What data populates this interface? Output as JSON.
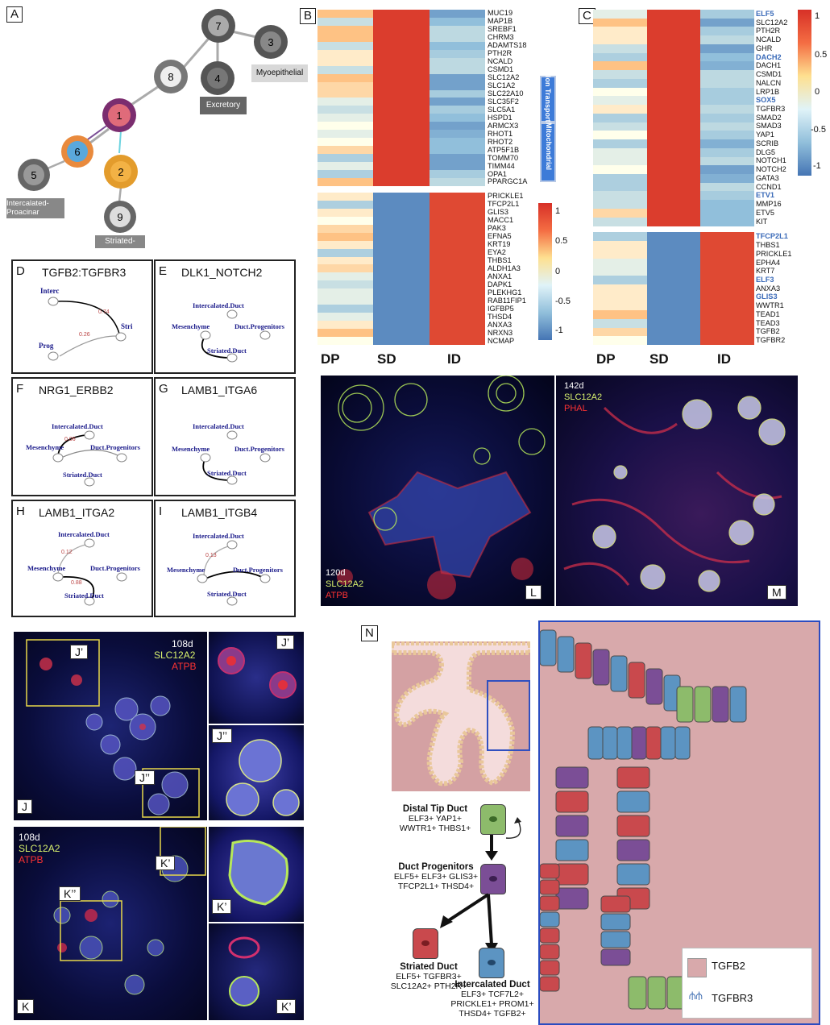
{
  "panels": {
    "A": "A",
    "B": "B",
    "C": "C",
    "D": "D",
    "E": "E",
    "F": "F",
    "G": "G",
    "H": "H",
    "I": "I",
    "J": "J",
    "K": "K",
    "L": "L",
    "M": "M",
    "N": "N",
    "Jp": "J’",
    "Jpp": "J’’",
    "Kp": "K’",
    "Kpp": "K’’"
  },
  "tree": {
    "nodes": [
      "7",
      "3",
      "8",
      "4",
      "1",
      "6",
      "2",
      "5",
      "9"
    ],
    "labels": {
      "myoepithelial": "Myoepithelial",
      "excretory": "Excretory",
      "intercalated": "Intercalated-Proacinar",
      "striated": "Striated-SGSC"
    }
  },
  "heatmap_b": {
    "genes_top": [
      "MUC19",
      "MAP1B",
      "SREBF1",
      "CHRM3",
      "ADAMTS18",
      "PTH2R",
      "NCALD",
      "CSMD1",
      "SLC12A2",
      "SLC1A2",
      "SLC22A10",
      "SLC35F2",
      "SLC5A1",
      "HSPD1",
      "ARMCX3",
      "RHOT1",
      "RHOT2",
      "ATP5F1B",
      "TOMM70",
      "TIMM44",
      "OPA1",
      "PPARGC1A"
    ],
    "genes_bottom": [
      "PRICKLE1",
      "TFCP2L1",
      "GLIS3",
      "MACC1",
      "PAK3",
      "EFNA5",
      "KRT19",
      "EYA2",
      "THBS1",
      "ALDH1A3",
      "ANXA1",
      "DAPK1",
      "PLEKHG1",
      "RAB11FIP1",
      "IGFBP5",
      "THSD4",
      "ANXA3",
      "NRXN3",
      "NCMAP"
    ],
    "tag_ion": "Ion Transport",
    "tag_mito": "Mitochondrial"
  },
  "heatmap_c": {
    "genes_top": [
      "ELF5",
      "SLC12A2",
      "PTH2R",
      "NCALD",
      "GHR",
      "DACH2",
      "DACH1",
      "CSMD1",
      "NALCN",
      "LRP1B",
      "SOX5",
      "TGFBR3",
      "SMAD2",
      "SMAD3",
      "YAP1",
      "SCRIB",
      "DLG5",
      "NOTCH1",
      "NOTCH2",
      "GATA3",
      "CCND1",
      "ETV1",
      "MMP16",
      "ETV5",
      "KIT"
    ],
    "highlight_top": [
      "ELF5",
      "DACH2",
      "SOX5",
      "ETV1"
    ],
    "genes_bottom": [
      "TFCP2L1",
      "THBS1",
      "PRICKLE1",
      "EPHA4",
      "KRT7",
      "ELF3",
      "ANXA3",
      "GLIS3",
      "WWTR1",
      "TEAD1",
      "TEAD3",
      "TGFB2",
      "TGFBR2"
    ],
    "highlight_bottom": [
      "TFCP2L1",
      "ELF3",
      "GLIS3"
    ]
  },
  "colorbar": {
    "ticks": [
      "1",
      "0.5",
      "0",
      "-0.5",
      "-1"
    ]
  },
  "columns": [
    "DP",
    "SD",
    "ID"
  ],
  "net": {
    "D": {
      "title": "TGFB2:TGFBR3",
      "n1": "Interc",
      "n2": "Stri",
      "n3": "Prog",
      "w1": "0.74",
      "w2": "0.26"
    },
    "E": {
      "title": "DLK1_NOTCH2"
    },
    "F": {
      "title": "NRG1_ERBB2",
      "w1": "0.06"
    },
    "G": {
      "title": "LAMB1_ITGA6"
    },
    "H": {
      "title": "LAMB1_ITGA2",
      "w1": "0.12",
      "w2": "0.88"
    },
    "I": {
      "title": "LAMB1_ITGB4",
      "w1": "0.13"
    },
    "nodes": {
      "ic": "Intercalated.Duct",
      "mes": "Mesenchyme",
      "dp": "Duct.Progenitors",
      "sd": "Striated.Duct"
    }
  },
  "fluo": {
    "L": {
      "day": "120d",
      "g": "SLC12A2",
      "r": "ATPB"
    },
    "M": {
      "day": "142d",
      "g": "SLC12A2",
      "r": "PHAL"
    },
    "J": {
      "day": "108d",
      "g": "SLC12A2",
      "r": "ATPB"
    },
    "K": {
      "day": "108d",
      "g": "SLC12A2",
      "r": "ATPB"
    }
  },
  "schematic": {
    "distal": {
      "title": "Distal Tip Duct",
      "l1": "ELF3+     YAP1+",
      "l2": "WWTR1+   THBS1+"
    },
    "prog": {
      "title": "Duct Progenitors",
      "l1": "ELF5+  ELF3+ GLIS3+",
      "l2": "TFCP2L1+  THSD4+"
    },
    "striated": {
      "title": "Striated Duct",
      "l1": "ELF5+   TGFBR3+",
      "l2": "SLC12A2+ PTH2R+"
    },
    "intercalated": {
      "title": "Intercalated Duct",
      "l1": "ELF3+ TCF7L2+",
      "l2": "PRICKLE1+ PROM1+",
      "l3": "THSD4+ TGFB2+"
    },
    "legend": {
      "a": "TGFB2",
      "b": "TGFBR3"
    }
  },
  "colors": {
    "red": "#d73027",
    "blue": "#4575b4",
    "yellow": "#fee090",
    "green": "#8dbb6b",
    "purple": "#7b4e96",
    "celltypeBlue": "#5c94c2",
    "celltypeRed": "#c9494d"
  }
}
